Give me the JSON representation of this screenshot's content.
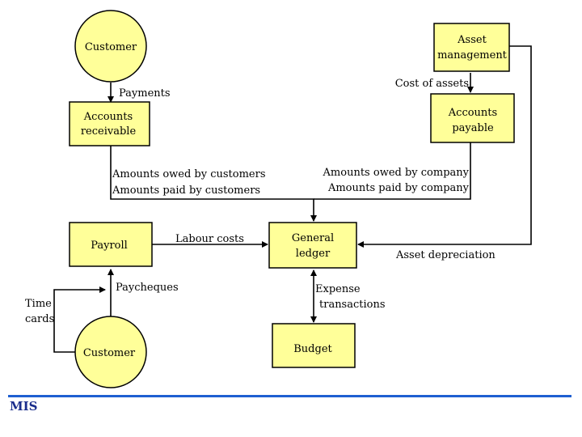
{
  "colors": {
    "node_fill": "#ffff99",
    "stroke": "#000000",
    "footer_bar": "#1f5fd1",
    "footer_text": "#1a2d8c"
  },
  "nodes": {
    "customer_top": [
      "Customer"
    ],
    "asset_management": [
      "Asset",
      "management"
    ],
    "accounts_receivable": [
      "Accounts",
      "receivable"
    ],
    "accounts_payable": [
      "Accounts",
      "payable"
    ],
    "payroll": [
      "Payroll"
    ],
    "general_ledger": [
      "General",
      "ledger"
    ],
    "customer_bottom": [
      "Customer"
    ],
    "budget": [
      "Budget"
    ]
  },
  "flows": {
    "payments": "Payments",
    "cost_of_assets": "Cost of assets",
    "customers_owed": "Amounts owed by customers",
    "customers_paid": "Amounts paid by customers",
    "company_owed": "Amounts owed by company",
    "company_paid": "Amounts paid by company",
    "labour_costs": "Labour costs",
    "asset_depreciation": "Asset depreciation",
    "paycheques": "Paycheques",
    "expense_1": "Expense",
    "expense_2": "transactions",
    "time_1": "Time",
    "time_2": "cards"
  },
  "footer": {
    "label": "MIS"
  }
}
